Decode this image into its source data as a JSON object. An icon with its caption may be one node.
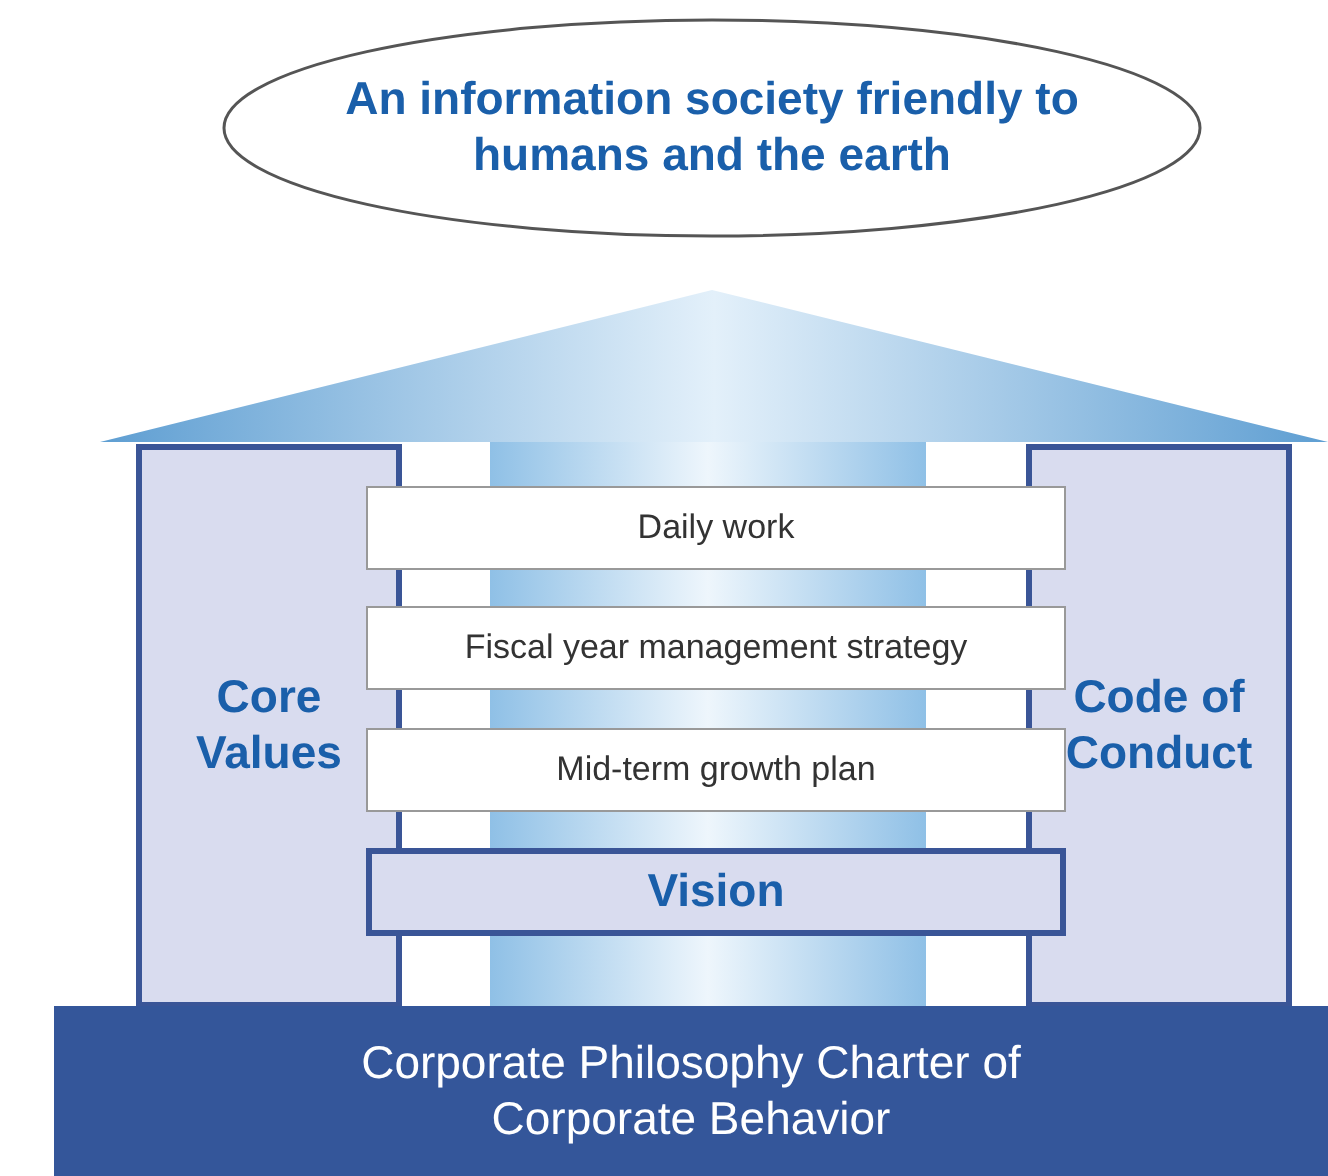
{
  "diagram": {
    "nodes": [
      {
        "text": [
          "An information society friendly to humans and the earth"
        ]
      },
      {
        "text": [
          "Core Values"
        ]
      },
      {
        "text": [
          "Code of Conduct"
        ]
      },
      {
        "text": [
          "Daily work"
        ]
      },
      {
        "text": [
          "Fiscal year management strategy"
        ]
      },
      {
        "text": [
          "Mid-term growth plan"
        ]
      },
      {
        "text": [
          "Vision"
        ]
      },
      {
        "text": [
          "Corporate Philosophy Charter of Corporate Behavior"
        ]
      }
    ]
  }
}
